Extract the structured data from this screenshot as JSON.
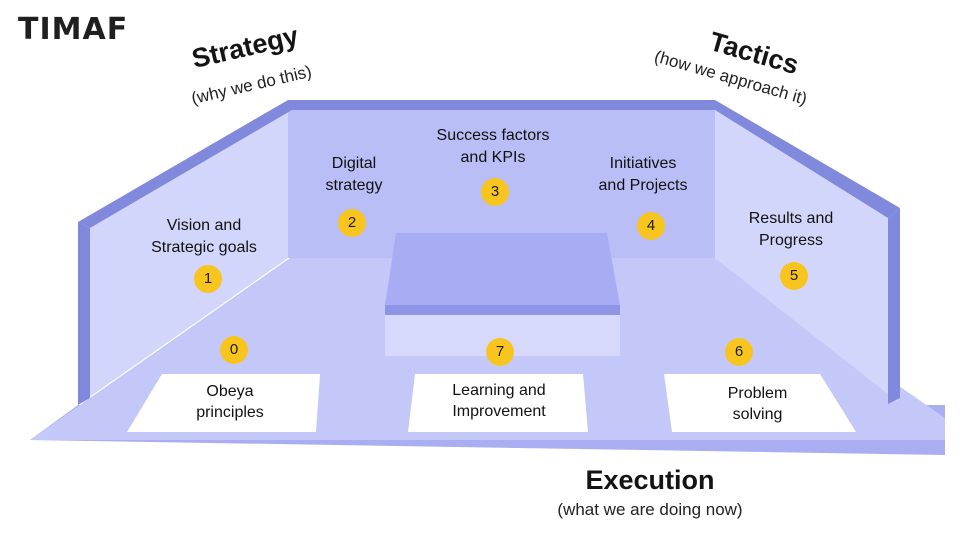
{
  "logo": {
    "text": "TIMAF"
  },
  "strategy": {
    "title": "Strategy",
    "subtitle": "(why we do this)"
  },
  "tactics": {
    "title": "Tactics",
    "subtitle": "(how we approach it)"
  },
  "execution": {
    "title": "Execution",
    "subtitle": "(what we are doing now)"
  },
  "steps": [
    {
      "number": "0",
      "label": "Obeya\nprinciples"
    },
    {
      "number": "1",
      "label": "Vision and\nStrategic goals"
    },
    {
      "number": "2",
      "label": "Digital\nstrategy"
    },
    {
      "number": "3",
      "label": "Success factors\nand KPIs"
    },
    {
      "number": "4",
      "label": "Initiatives\nand Projects"
    },
    {
      "number": "5",
      "label": "Results and\nProgress"
    },
    {
      "number": "6",
      "label": "Problem\nsolving"
    },
    {
      "number": "7",
      "label": "Learning and\nImprovement"
    }
  ],
  "colors": {
    "back_wall": "#b9bef7",
    "side_wall": "#d3d6fb",
    "wall_edge": "#8189dc",
    "floor": "#c4c8f8",
    "floor_edge": "#a9aef2",
    "table_top": "#a8adf3",
    "table_front": "#d6d9fb",
    "badge": "#f7c51e"
  }
}
